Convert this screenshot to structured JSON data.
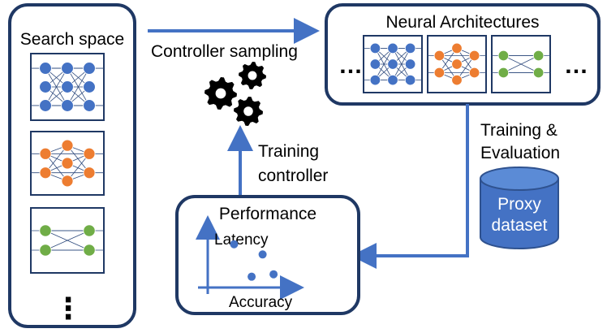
{
  "search_space": {
    "title": "Search space",
    "nets": [
      {
        "color": "#4472C4",
        "style": "full-3-3-3"
      },
      {
        "color": "#ED7D31",
        "style": "cross-2-3-2"
      },
      {
        "color": "#70AD47",
        "style": "cross-2-2"
      }
    ],
    "more": "⋮"
  },
  "arrows": {
    "controller_sampling": "Controller sampling",
    "training_evaluation": [
      "Training &",
      "Evaluation"
    ],
    "training_controller": [
      "Training",
      "controller"
    ]
  },
  "architectures": {
    "title": "Neural Architectures",
    "ellipsis_left": "…",
    "ellipsis_right": "…",
    "nets": [
      "#4472C4",
      "#ED7D31",
      "#70AD47"
    ]
  },
  "proxy": {
    "lines": [
      "Proxy",
      "dataset"
    ],
    "color": "#4472C4"
  },
  "performance": {
    "title": "Performance",
    "y_label": "Latency",
    "x_label": "Accuracy",
    "points": [
      [
        0.12,
        0.72
      ],
      [
        0.25,
        0.55
      ],
      [
        0.2,
        0.18
      ],
      [
        0.3,
        0.22
      ]
    ]
  },
  "colors": {
    "box_border": "#1F3864",
    "arrow": "#4472C4",
    "net_line": "#2E4A7D"
  }
}
